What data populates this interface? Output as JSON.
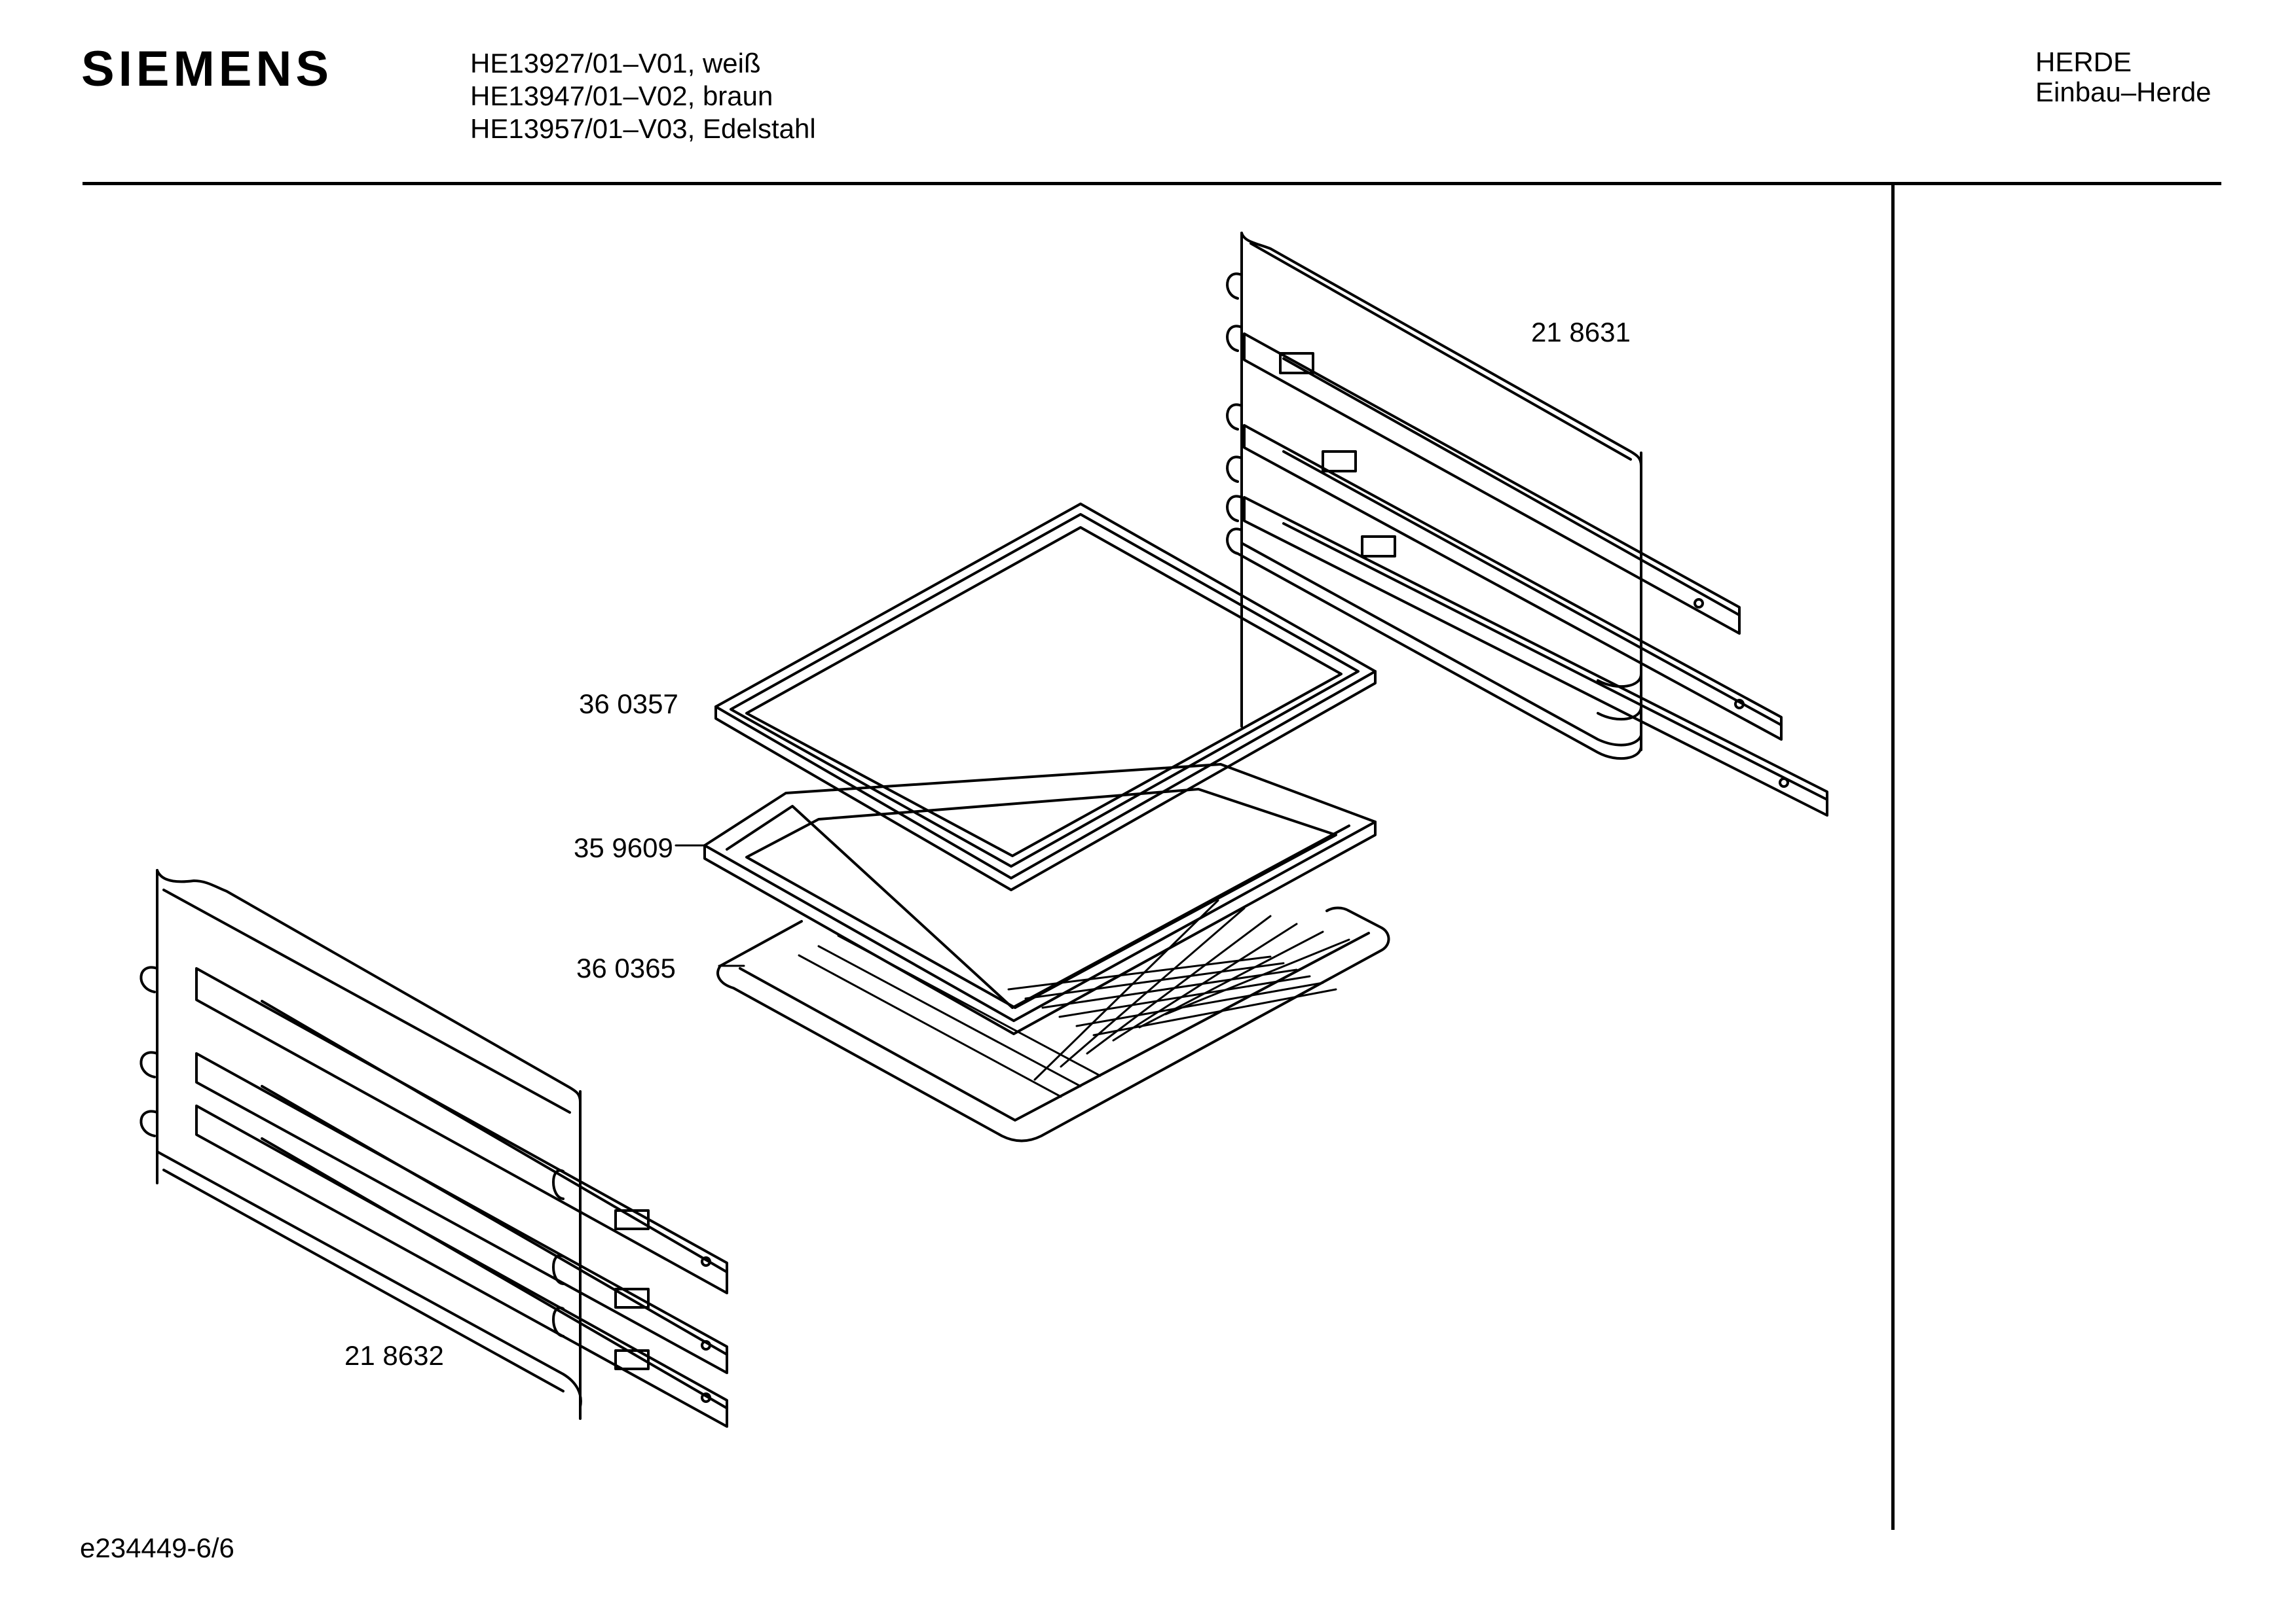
{
  "header": {
    "brand": "SIEMENS",
    "models": [
      "HE13927/01–V01, weiß",
      "HE13947/01–V02, braun",
      "HE13957/01–V03, Edelstahl"
    ],
    "category": "HERDE",
    "subcategory": "Einbau–Herde"
  },
  "parts": {
    "rack_right": "21 8631",
    "baking_tray": "36 0357",
    "enamel_tray": "35 9609",
    "grill_rack": "36 0365",
    "rack_left": "21 8632"
  },
  "footer": {
    "doc_id": "e234449-6/6"
  },
  "colors": {
    "line": "#000000",
    "background": "#ffffff"
  }
}
